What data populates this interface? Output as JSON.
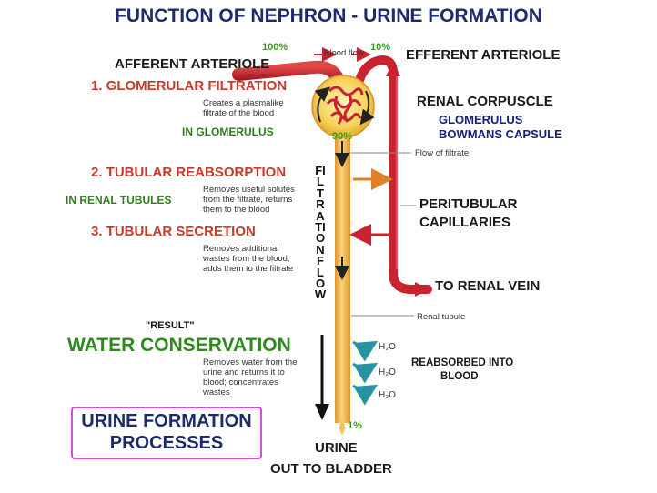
{
  "title": "FUNCTION OF NEPHRON - URINE FORMATION",
  "labels": {
    "afferent": "AFFERENT ARTERIOLE",
    "efferent": "EFFERENT ARTERIOLE",
    "blood_flow": "Blood flow",
    "pct_100": "100%",
    "pct_10": "10%",
    "pct_90": "90%",
    "pct_1": "1%",
    "renal_corpuscle": "RENAL CORPUSCLE",
    "glomerulus": "GLOMERULUS",
    "bowmans": "BOWMANS CAPSULE",
    "flow_of_filtrate": "Flow of filtrate",
    "peritubular_1": "PERITUBULAR",
    "peritubular_2": "CAPILLARIES",
    "to_renal_vein": "TO RENAL VEIN",
    "renal_tubule": "Renal tubule",
    "reabsorbed_1": "REABSORBED INTO",
    "reabsorbed_2": "BLOOD",
    "urine": "URINE",
    "out_to_bladder": "OUT TO BLADDER",
    "filtration_flow": "FILTRATION FLOW",
    "h2o": "H₂O"
  },
  "steps": {
    "filtration_title": "1. GLOMERULAR FILTRATION",
    "filtration_desc": "Creates a plasmalike filtrate of the blood",
    "filtration_loc": "IN GLOMERULUS",
    "reabsorption_title": "2. TUBULAR REABSORPTION",
    "reabsorption_desc": "Removes useful solutes from the filtrate, returns them to the blood",
    "reabsorption_loc": "IN RENAL TUBULES",
    "secretion_title": "3. TUBULAR SECRETION",
    "secretion_desc": "Removes additional wastes from the blood, adds them to the filtrate",
    "result": "\"RESULT\"",
    "water_title": "WATER CONSERVATION",
    "water_desc": "Removes water from the urine and returns it to blood; concentrates wastes"
  },
  "box_label": "URINE FORMATION PROCESSES",
  "colors": {
    "title": "#1c2a6e",
    "step_red": "#c63a2a",
    "location_green": "#2f7d1e",
    "tubule": "#f2b23a",
    "vessel": "#c8232e",
    "water_arrow": "#2a93a3",
    "box_border": "#d64fd6"
  }
}
